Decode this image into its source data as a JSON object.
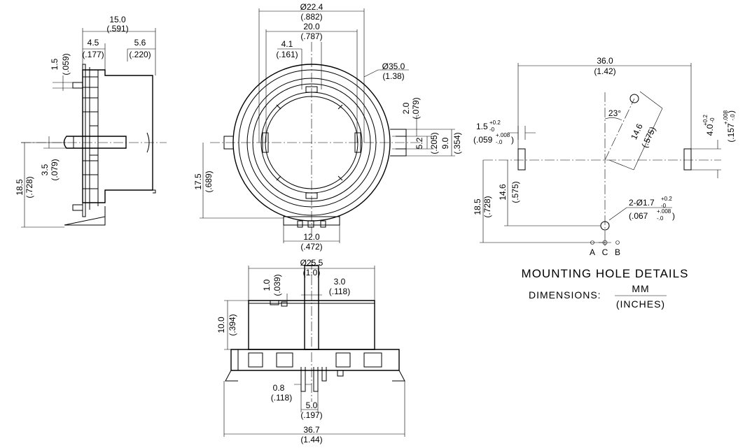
{
  "side_view": {
    "width_total": "15.0",
    "width_total_in": "(.591)",
    "body_depth": "4.5",
    "body_depth_in": "(.177)",
    "shaft_len": "5.6",
    "shaft_len_in": "(.220)",
    "pin_h": "1.5",
    "pin_h_in": "(.059)",
    "height": "18.5",
    "height_in": "(.728)",
    "shaft_off": "3.5",
    "shaft_off_in": "(.079)"
  },
  "front_view": {
    "dia_inner": "Ø22.4",
    "dia_inner_in": "(.882)",
    "width_20": "20.0",
    "width_20_in": "(.787)",
    "key_w": "4.1",
    "key_w_in": "(.161)",
    "dia_outer": "Ø35.0",
    "dia_outer_in": "(1.38)",
    "gap": "2.0",
    "gap_in": "(.079)",
    "tab_h": "5.2",
    "tab_h_in": "(.205)",
    "tab_total": "9.0",
    "tab_total_in": "(.354)",
    "height": "17.5",
    "height_in": "(.689)",
    "base_w": "12.0",
    "base_w_in": "(.472)"
  },
  "bottom_view": {
    "dia": "Ø25.5",
    "dia_in": "(1.0)",
    "step": "1.0",
    "step_in": "(.039)",
    "slot": "3.0",
    "slot_in": "(.118)",
    "height": "10.0",
    "height_in": "(.394)",
    "pin_t": "0.8",
    "pin_t_in": "(.118)",
    "pitch": "5.0",
    "pitch_in": "(.197)",
    "total": "36.7",
    "total_in": "(1.44)"
  },
  "mounting": {
    "width": "36.0",
    "width_in": "(1.42)",
    "angle": "23°",
    "radius": "14.6",
    "radius_in": "(.575)",
    "slot_w": "1.5",
    "slot_w_tol": "+0.2",
    "slot_w_tol2": "-0",
    "slot_w_in": "(.059",
    "slot_w_in_tol": "+.008",
    "slot_w_in_tol2": "-.0",
    "slot_w_close": ")",
    "slot_h": "4.0",
    "slot_h_tol": "+0.2",
    "slot_h_tol2": "-0",
    "slot_h_in": "(.157",
    "slot_h_in_tol": "+.008",
    "slot_h_in_tol2": "-.0",
    "slot_h_close": ")",
    "height": "18.5",
    "height_in": "(.728)",
    "h14": "14.6",
    "h14_in": "(.575)",
    "hole": "2-Ø1.7",
    "hole_tol": "+0.2",
    "hole_tol2": "-0",
    "hole_in": "(.067",
    "hole_in_tol": "+.008",
    "hole_in_tol2": "-.0",
    "hole_close": ")",
    "label_a": "A",
    "label_c": "C",
    "label_b": "B",
    "title": "MOUNTING HOLE DETAILS",
    "dims_label": "DIMENSIONS:",
    "unit_mm": "MM",
    "unit_in": "(INCHES)"
  }
}
